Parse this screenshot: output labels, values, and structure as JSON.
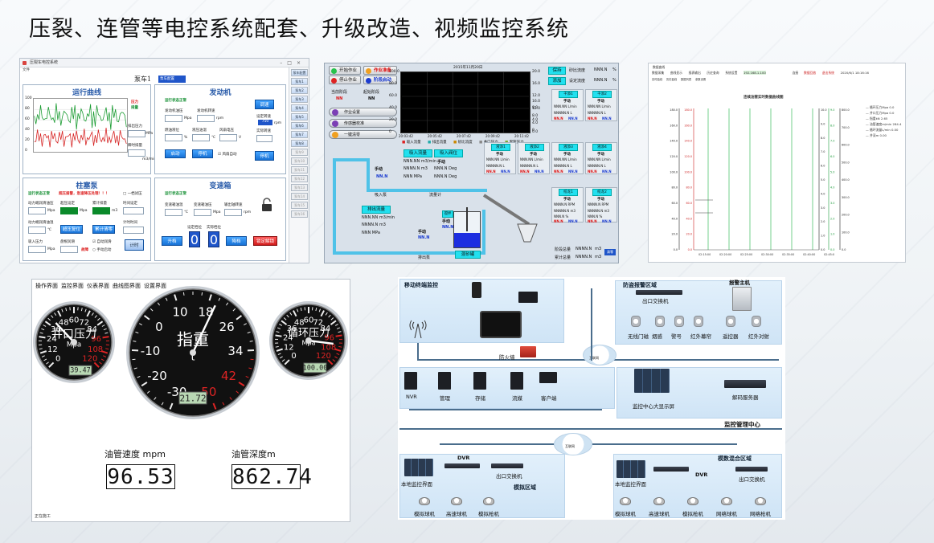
{
  "slide": {
    "title": "压裂、连管等电控系统配套、升级改造、视频监控系统"
  },
  "pump_panel": {
    "window_title": "压裂车电控系统",
    "menu": "文件",
    "pump_label": "泵车1",
    "pump_select": "泵车配置",
    "side_buttons": [
      "泵车配置",
      "泵车1",
      "泵车2",
      "泵车3",
      "泵车4",
      "泵车5",
      "泵车6",
      "泵车7",
      "泵车8",
      "泵车9",
      "泵车10",
      "泵车11",
      "泵车12",
      "泵车13",
      "泵车14",
      "泵车15",
      "泵车16"
    ],
    "curve": {
      "title": "运行曲线",
      "y_ticks": [
        "100",
        "80",
        "60",
        "40",
        "20",
        "0"
      ],
      "legend": [
        "压力",
        "排量"
      ],
      "pressure_label": "排出压力",
      "flow_label": "瞬时排量",
      "unit_mpa": "MPa",
      "unit_flow": "m3/min"
    },
    "engine": {
      "title": "发动机",
      "status": "运行状态正常",
      "fields": [
        "发动机油压",
        "发动机转速",
        "燃油液位",
        "液压油温",
        "风扇电压"
      ],
      "units": [
        "Mpa",
        "rpm",
        "%",
        "℃",
        "V"
      ],
      "buttons": [
        "启动",
        "停机"
      ],
      "speed_btn": "调速",
      "set_label": "设定转速",
      "set_value": "750",
      "actual_label": "实际转速",
      "fan_check": "风扇自动",
      "side_btn": "停机"
    },
    "plunger": {
      "title": "柱塞泵",
      "status": "运行状态正常",
      "warning": "超压报警，急速降压处理！！！",
      "check1": "一档试压",
      "fields": [
        "动力端润滑油压",
        "超压设定",
        "累计排量",
        "时间设定",
        "动力端润滑油温",
        "吸入压力",
        "盘根润滑",
        "计时时间"
      ],
      "units": [
        "Mpa",
        "Mpa",
        "m3",
        "℃",
        "Mpa"
      ],
      "buttons": [
        "超压复位",
        "累计清零"
      ],
      "auto_check": "自动润滑",
      "manual_check": "手动启动",
      "status_red": "故障",
      "side_btn": "计时"
    },
    "gearbox": {
      "title": "变速箱",
      "status": "运行状态正常",
      "fields": [
        "变速箱油温",
        "变速箱油压",
        "输出轴转速",
        "设定档位",
        "实际档位"
      ],
      "units": [
        "℃",
        "Mpa",
        "rpm"
      ],
      "gear_set": "0",
      "gear_actual": "0",
      "buttons": [
        "升档",
        "降档",
        "空档",
        "锁定解锁"
      ]
    }
  },
  "process_panel": {
    "buttons": [
      "开始作业",
      "作业准备",
      "停止作业",
      "阶段启动"
    ],
    "stage_label": "当前阶段",
    "start_stage_label": "起始阶段",
    "stage_value": "NN",
    "start_value": "NN",
    "menu": [
      "作业设置",
      "传感器校准",
      "一键清零"
    ],
    "graph": {
      "title": "2015年11月20日",
      "y_left": [
        "100.0",
        "80.0",
        "60.0",
        "40.0",
        "20.0",
        "0"
      ],
      "y_right1": [
        "20.0",
        "16.0",
        "12.0",
        "8.0",
        "4.0",
        "0.0"
      ],
      "y_right2": [
        "16.0",
        "12.0",
        "8.0",
        "4.0",
        "0"
      ],
      "x_ticks": [
        "20:03:42",
        "20:05:42",
        "20:07:42",
        "20:09:42",
        "20:11:42"
      ],
      "legend": [
        "吸入流量",
        "排出流量",
        "砂比流度",
        "井口压力",
        "套管压力"
      ]
    },
    "keep": "保持",
    "ratio_label": "砂比流度",
    "ratio_value": "NNN.N",
    "ratio_unit": "%",
    "add": "添加",
    "set_ratio_label": "设定流度",
    "set_ratio_value": "NNN.N",
    "dry": [
      {
        "name": "干添1",
        "mode": "手动",
        "value": "NNN.NN",
        "unit": "L/min",
        "amount": "NNNNN.N",
        "aunit": "L"
      },
      {
        "name": "干添2",
        "mode": "手动",
        "value": "NNN.NN",
        "unit": "L/min",
        "amount": "NNNNN.N",
        "aunit": "L"
      }
    ],
    "inlet": {
      "title": "吸入流量",
      "value": "NNN.NN m3/min",
      "total": "NNNN.N m3",
      "pressure": "NNN MPa"
    },
    "inlet_pos": {
      "title": "吸入阀位",
      "mode": "手动",
      "value": "NNN.N Deg"
    },
    "outlet": {
      "title": "排出流量",
      "value": "NNN.NN m3/min",
      "total": "NNNN.N m3",
      "pressure": "NNN MPa"
    },
    "liquid": [
      {
        "name": "液添1",
        "mode": "手动",
        "value": "NNN.NN",
        "unit": "L/min",
        "amount": "NNNNN.N",
        "aunit": "L"
      },
      {
        "name": "液添2",
        "mode": "手动",
        "value": "NNN.NN",
        "unit": "L/min",
        "amount": "NNNNN.N",
        "aunit": "L"
      },
      {
        "name": "液添3",
        "mode": "手动",
        "value": "NNN.NN",
        "unit": "L/min",
        "amount": "NNNNN.N",
        "aunit": "L"
      },
      {
        "name": "液添4",
        "mode": "手动",
        "value": "NNN.NN",
        "unit": "L/min",
        "amount": "NNNNN.N",
        "aunit": "L"
      }
    ],
    "screws": [
      {
        "name": "绞龙1",
        "mode": "手动",
        "value": "NNNN.N",
        "unit": "RPM",
        "amount": "NNNNN.N",
        "aunit": "m3",
        "pct": "NNN.N %"
      },
      {
        "name": "绞龙2",
        "mode": "手动",
        "value": "NNNN.N",
        "unit": "RPM",
        "amount": "NNNNN.N",
        "aunit": "m3",
        "pct": "NNN.N %"
      }
    ],
    "nn": "NN.N",
    "labels": {
      "suction_pump": "吸入泵",
      "mix_tank": "混砂罐",
      "mix_pump": "混砂泵",
      "discharge_pump": "排出泵",
      "suction_flow_meter": "流量计",
      "stir": "搅拌",
      "stir_mode": "手动",
      "auto": "手动",
      "inlet": "吸入",
      "manual": "手动"
    },
    "stage_total_label": "阶段总量",
    "total_label": "累计总量",
    "total_value": "NNNN.N",
    "total_unit": "m3",
    "clear": "清零"
  },
  "curve_panel": {
    "window_title": "数据曲线",
    "toolbar": [
      "数据采集",
      "曲线显示",
      "报表输出",
      "历史查询",
      "系统设置",
      "192.168.1.100",
      "连接",
      "数据回放",
      "退出系统",
      "2020/6/1 18:16:16"
    ],
    "subtabs": [
      "实时曲线",
      "历史曲线",
      "数据列表",
      "参数设置"
    ],
    "chart_title": "连续油管实时数据曲线图",
    "legend": [
      "循环压力Mpa 0.0",
      "井口压力Mpa 0.0",
      "指重kN 2.65",
      "油管速度m/min 284.4",
      "循环流量L/min 0.00",
      "井深m 0.00"
    ]
  },
  "gauge_panel": {
    "tabs": [
      "操作界面",
      "监控界面",
      "仪表界面",
      "曲线图界面",
      "设置界面"
    ],
    "gauge_left": {
      "title": "井口压力",
      "unit": "Mpa",
      "ticks": [
        "0",
        "12",
        "24",
        "36",
        "48",
        "60",
        "72",
        "84",
        "96",
        "108",
        "120"
      ],
      "digital": "39.47"
    },
    "gauge_center": {
      "title": "指重",
      "unit": "t",
      "ticks": [
        "-30",
        "-20",
        "-10",
        "0",
        "10",
        "18",
        "26",
        "34",
        "42",
        "50"
      ],
      "digital": "21.72"
    },
    "gauge_right": {
      "title": "循环压力",
      "unit": "Mpa",
      "ticks": [
        "0",
        "12",
        "24",
        "36",
        "48",
        "60",
        "72",
        "84",
        "96",
        "108",
        "120"
      ],
      "digital": "100.00"
    },
    "speed_label": "油管速度 mpm",
    "speed_value": "96.53",
    "depth_label": "油管深度m",
    "depth_value": "862.74",
    "status": "正在施工"
  },
  "network_panel": {
    "mobile": "移动终端监控",
    "firewall": "防火墙",
    "internet_top": "互联网",
    "storage_items": [
      "NVR",
      "管理",
      "存储",
      "流媒",
      "客户端"
    ],
    "alarm_zone": "防盗报警区域",
    "alarm_host": "报警主机",
    "alarm_switch": "出口交换机",
    "alarm_devices": [
      "无线门磁",
      "烟感",
      "警号",
      "红外幕帘",
      "遥控器",
      "红外对射"
    ],
    "wall": "监控中心大显示屏",
    "decoder": "解码服务器",
    "center": "监控管理中心",
    "internet_bottom": "互联网",
    "zone_left_dvr": "DVR",
    "zone_left_switch": "出口交换机",
    "zone_left_monitor": "本地监控界面",
    "zone_left_title": "模拟区域",
    "zone_left_cams": [
      "模拟球机",
      "高速球机",
      "模拟枪机"
    ],
    "zone_right_title": "模数混合区域",
    "zone_right_dvr": "DVR",
    "zone_right_switch": "出口交换机",
    "zone_right_monitor": "本地监控界面",
    "zone_right_cams": [
      "模拟球机",
      "高速球机",
      "模拟枪机",
      "网络球机",
      "网络枪机"
    ]
  }
}
